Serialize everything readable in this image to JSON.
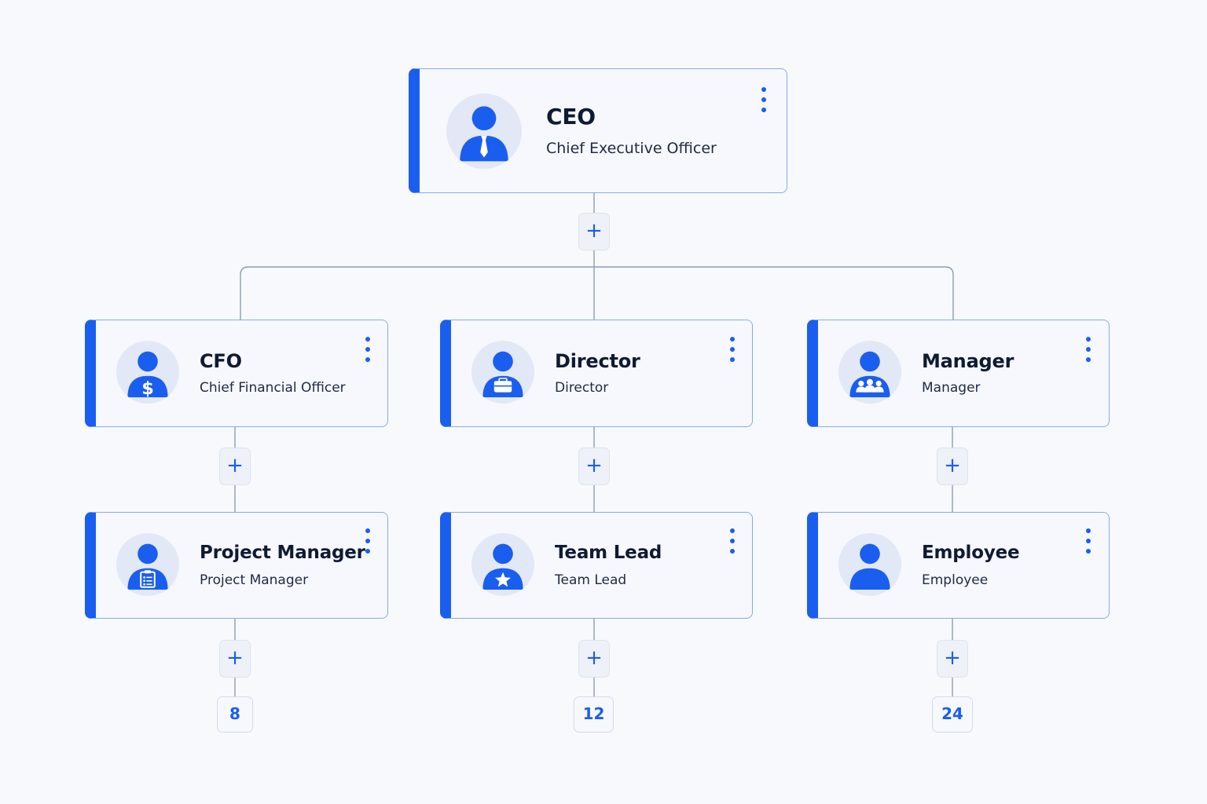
{
  "colors": {
    "accent": "#1a5ef0",
    "border": "#8aa8ec",
    "line": "#8f9cb2",
    "avatar_bg": "#e2e8f6"
  },
  "nodes": {
    "ceo": {
      "title": "CEO",
      "subtitle": "Chief Executive Officer",
      "icon": "person-tie-icon"
    },
    "cfo": {
      "title": "CFO",
      "subtitle": "Chief Financial Officer",
      "icon": "person-dollar-icon"
    },
    "director": {
      "title": "Director",
      "subtitle": "Director",
      "icon": "person-briefcase-icon"
    },
    "manager": {
      "title": "Manager",
      "subtitle": "Manager",
      "icon": "person-group-icon"
    },
    "project_manager": {
      "title": "Project Manager",
      "subtitle": "Project Manager",
      "icon": "person-clipboard-icon"
    },
    "team_lead": {
      "title": "Team Lead",
      "subtitle": "Team Lead",
      "icon": "person-star-icon"
    },
    "employee": {
      "title": "Employee",
      "subtitle": "Employee",
      "icon": "person-icon"
    }
  },
  "add_button": {
    "label": "+"
  },
  "counts": {
    "project_manager": "8",
    "team_lead": "12",
    "employee": "24"
  }
}
